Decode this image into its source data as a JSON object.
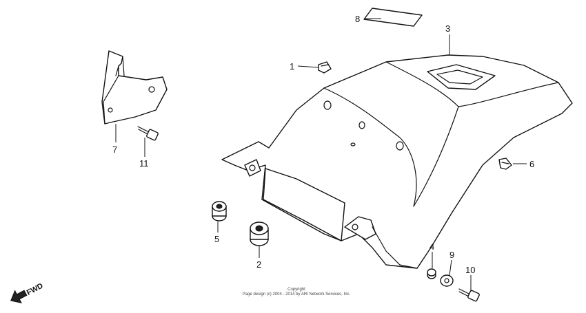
{
  "callouts": {
    "c1": "1",
    "c2": "2",
    "c3": "3",
    "c4": "4",
    "c5": "5",
    "c6": "6",
    "c7": "7",
    "c8": "8",
    "c9": "9",
    "c10": "10",
    "c11": "11"
  },
  "fwd_label": "FWD",
  "copyright": {
    "line1": "Copyright",
    "line2": "Page design (c) 2004 - 2014 by ARI Network Services, Inc."
  }
}
